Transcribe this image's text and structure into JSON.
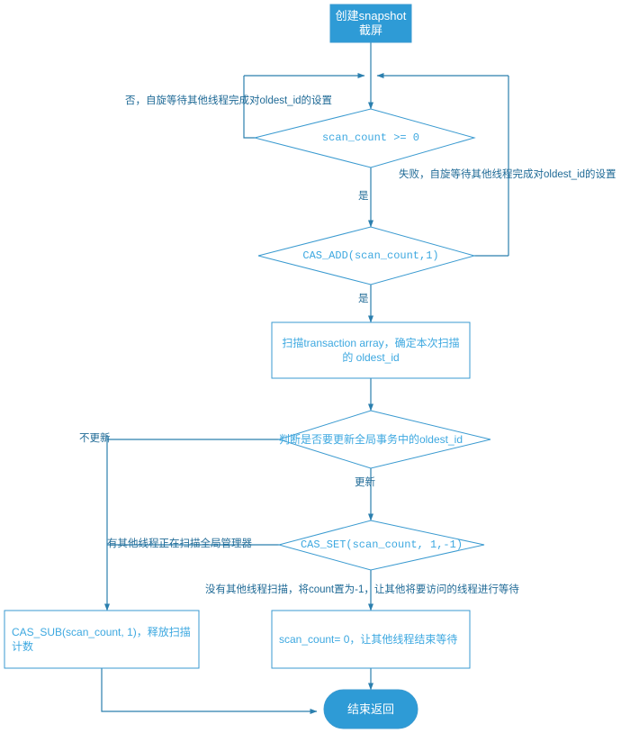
{
  "diagram": {
    "title": "snapshot-scan-flowchart",
    "colors": {
      "fill_blue": "#2e9bd6",
      "stroke_blue": "#3a9ad0",
      "text_blue": "#3da8e0",
      "label_blue": "#1f6a96",
      "background": "#ffffff"
    },
    "nodes": {
      "start": {
        "label": "创建snapshot截屏",
        "shape": "rect"
      },
      "decision_scan_count": {
        "label": "scan_count  >= 0",
        "shape": "diamond"
      },
      "decision_cas_add": {
        "label": "CAS_ADD(scan_count,1)",
        "shape": "diamond"
      },
      "process_scan_array": {
        "label": "扫描transaction array，确定本次扫描的 oldest_id",
        "shape": "rect"
      },
      "decision_update_oldest": {
        "label": "判断是否要更新全局事务中的oldest_id",
        "shape": "diamond"
      },
      "decision_cas_set": {
        "label": "CAS_SET(scan_count, 1,-1)",
        "shape": "diamond"
      },
      "process_cas_sub": {
        "label": "CAS_SUB(scan_count, 1)，释放扫描计数",
        "shape": "rect"
      },
      "process_reset_count": {
        "label": "scan_count= 0，让其他线程结束等待",
        "shape": "rect"
      },
      "end": {
        "label": "结束返回",
        "shape": "terminator"
      }
    },
    "edge_labels": {
      "spin_wait_no": "否，自旋等待其他线程完成对oldest_id的设置",
      "spin_wait_fail": "失败，自旋等待其他线程完成对oldest_id的设置",
      "yes_1": "是",
      "yes_2": "是",
      "no_update": "不更新",
      "update": "更新",
      "other_thread_scanning": "有其他线程正在扫描全局管理器",
      "no_other_thread": "没有其他线程扫描，将count置为-1，让其他将要访问的线程进行等待"
    }
  }
}
